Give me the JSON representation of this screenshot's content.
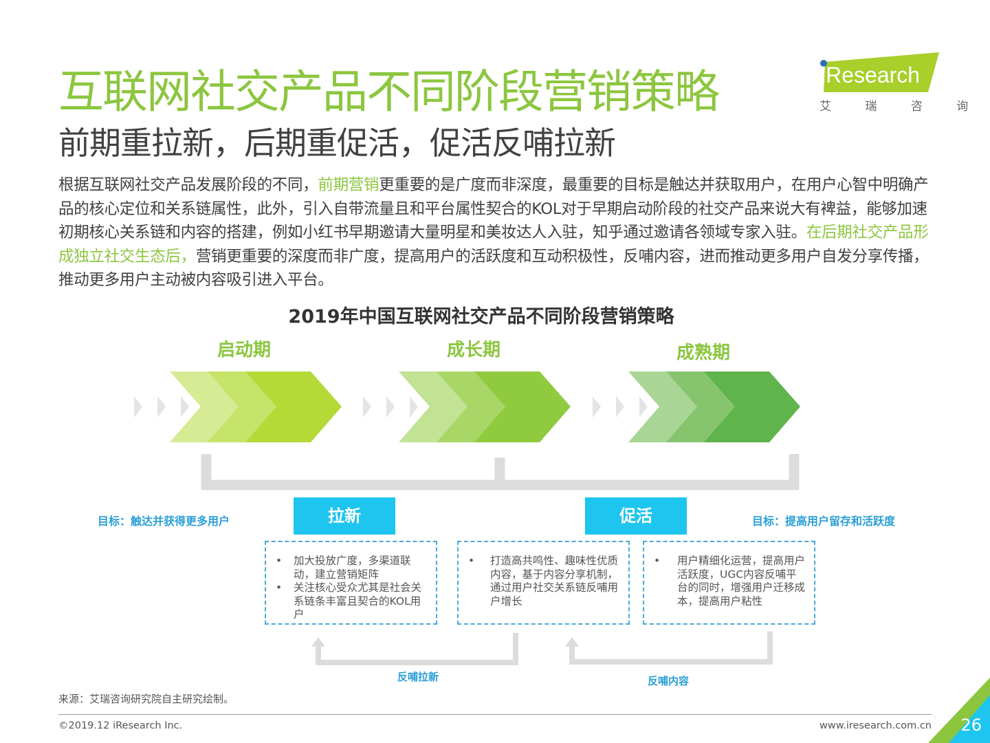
{
  "title": "互联网社交产品不同阶段营销策略",
  "subtitle": "前期重拉新，后期重促活，促活反哺拉新",
  "logo": {
    "brand": "iResearch",
    "cn": "艾 瑞 咨 询"
  },
  "body": {
    "p1": "根据互联网社交产品发展阶段的不同，",
    "h1": "前期营销",
    "p2": "更重要的是广度而非深度，最重要的目标是触达并获取用户，在用户心智中明确产品的核心定位和关系链属性，此外，引入自带流量且和平台属性契合的KOL对于早期启动阶段的社交产品来说大有裨益，能够加速初期核心关系链和内容的搭建，例如小红书早期邀请大量明星和美妆达人入驻，知乎通过邀请各领域专家入驻。",
    "h2": "在后期社交产品形成独立社交生态后，",
    "p3": "营销更重要的深度而非广度，提高用户的活跃度和互动积极性，反哺内容，进而推动更多用户自发分享传播，推动更多用户主动被内容吸引进入平台。"
  },
  "diagram": {
    "title": "2019年中国互联网社交产品不同阶段营销策略",
    "phases": [
      "启动期",
      "成长期",
      "成熟期"
    ],
    "phase_colors": [
      [
        "#d6eb94",
        "#c6e36a",
        "#b5da38"
      ],
      [
        "#c2e294",
        "#a9d767",
        "#90cb3f"
      ],
      [
        "#a9d595",
        "#86c56e",
        "#5fb44b"
      ]
    ],
    "goal_left": "目标：触达并获得更多用户",
    "goal_right": "目标：提高用户留存和活跃度",
    "tag_left": "拉新",
    "tag_right": "促活",
    "boxes": [
      [
        "加大投放广度，多渠道联动，建立营销矩阵",
        "关注核心受众尤其是社会关系链条丰富且契合的KOL用户"
      ],
      [
        "打造高共鸣性、趣味性优质内容，基于内容分享机制，通过用户社交关系链反哺用户增长"
      ],
      [
        "用户精细化运营，提高用户活跃度，UGC内容反哺平台的同时，增强用户迁移成本，提高用户粘性"
      ]
    ],
    "loop_left": "反哺拉新",
    "loop_right": "反哺内容"
  },
  "footer": {
    "source": "来源：艾瑞咨询研究院自主研究绘制。",
    "copyright": "©2019.12 iResearch Inc.",
    "url": "www.iresearch.com.cn",
    "page": "26"
  }
}
